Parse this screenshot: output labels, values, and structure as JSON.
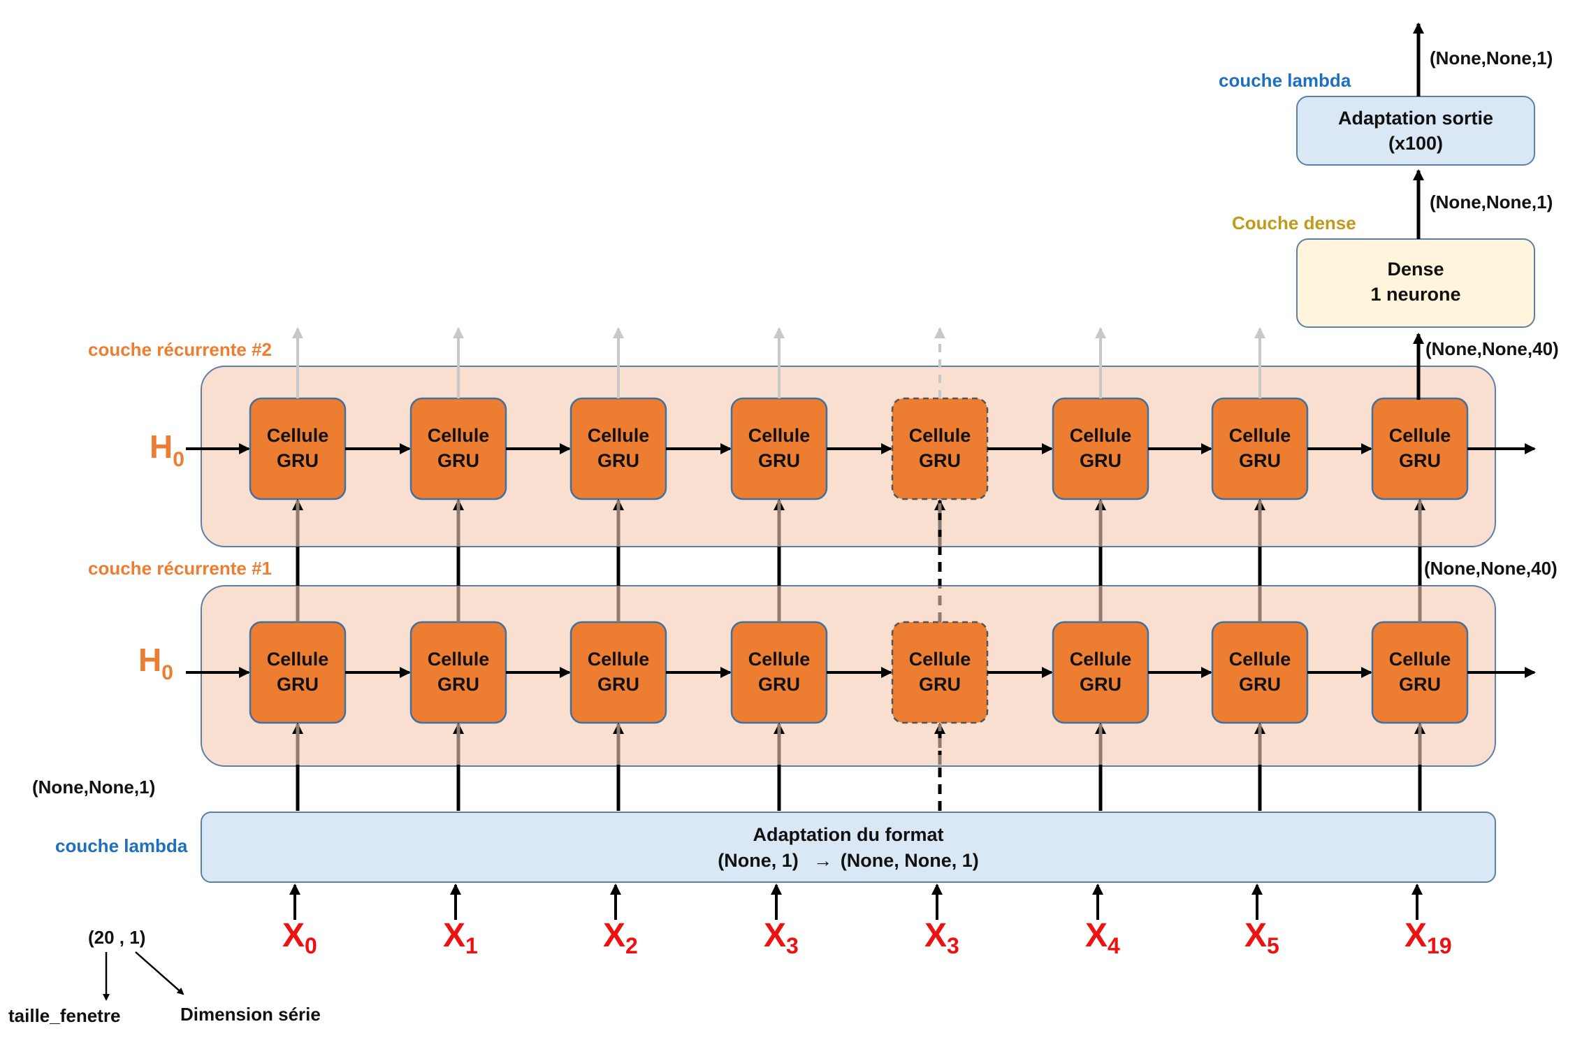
{
  "colors": {
    "layer_fill": "#f8dfcf",
    "layer_stroke": "#5b7fa8",
    "cell_fill": "#ed7d31",
    "cell_stroke": "#41719c",
    "lambda_fill": "#dae8f6",
    "dense_fill": "#fff4dc",
    "lambda_label": "#1f6fbf",
    "dense_label": "#c09a1a",
    "recurrent_label": "#ed7d31",
    "input_label": "#ee1111"
  },
  "cell": {
    "line1": "Cellule",
    "line2": "GRU"
  },
  "hidden_state": {
    "base": "H",
    "sub": "0"
  },
  "inputs": [
    {
      "base": "X",
      "sub": "0"
    },
    {
      "base": "X",
      "sub": "1"
    },
    {
      "base": "X",
      "sub": "2"
    },
    {
      "base": "X",
      "sub": "3"
    },
    {
      "base": "X",
      "sub": "3"
    },
    {
      "base": "X",
      "sub": "4"
    },
    {
      "base": "X",
      "sub": "5"
    },
    {
      "base": "X",
      "sub": "19"
    }
  ],
  "layers": {
    "recurrent_2": "couche récurrente #2",
    "recurrent_1": "couche récurrente #1",
    "lambda_input": "couche lambda",
    "dense": "Couche dense",
    "lambda_output": "couche lambda"
  },
  "boxes": {
    "input_adapt": {
      "line1": "Adaptation du format",
      "line2_left": "(None, 1)",
      "arrow": "→",
      "line2_right": "(None, None, 1)"
    },
    "dense": {
      "line1": "Dense",
      "line2": "1 neurone"
    },
    "output_adapt": {
      "line1": "Adaptation sortie",
      "line2": "(x100)"
    }
  },
  "shapes": {
    "input_window": "(20 , 1)",
    "after_lambda": "(None,None,1)",
    "after_rnn1": "(None,None,40)",
    "after_rnn2": "(None,None,40)",
    "after_dense": "(None,None,1)",
    "output": "(None,None,1)"
  },
  "input_window_parts": {
    "left": "taille_fenetre",
    "right": "Dimension série"
  }
}
